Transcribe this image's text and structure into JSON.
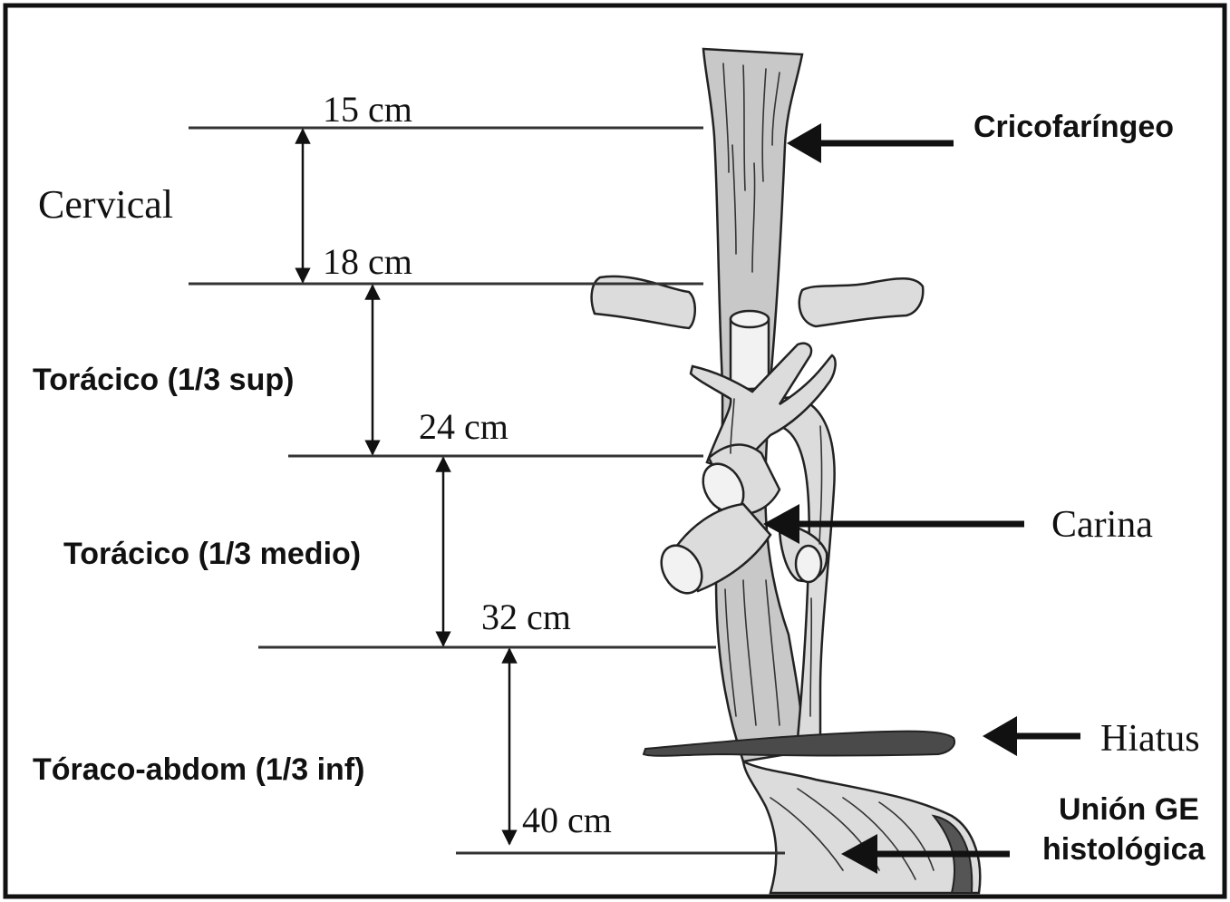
{
  "measurements": {
    "m15": "15 cm",
    "m18": "18 cm",
    "m24": "24 cm",
    "m32": "32 cm",
    "m40": "40 cm"
  },
  "segments": {
    "cervical": "Cervical",
    "toracico_sup": "Torácico (1/3 sup)",
    "toracico_medio": "Torácico (1/3 medio)",
    "toraco_abdom": "Tóraco-abdom (1/3 inf)"
  },
  "landmarks": {
    "cricofaringeo": "Cricofaríngeo",
    "carina": "Carina",
    "hiatus": "Hiatus",
    "union_line1": "Unión GE",
    "union_line2": "histológica"
  }
}
